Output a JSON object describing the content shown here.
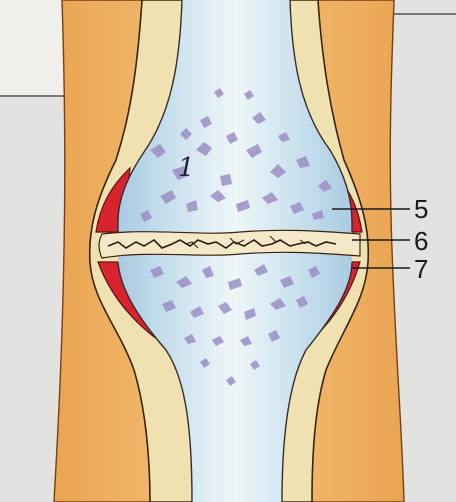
{
  "diagram": {
    "labels": [
      {
        "id": "label-5",
        "text": "5"
      },
      {
        "id": "label-6",
        "text": "6"
      },
      {
        "id": "label-7",
        "text": "7"
      }
    ],
    "region_marks": [
      {
        "id": "mark-1",
        "text": "1"
      }
    ]
  },
  "colors": {
    "background": "#e2e2e0",
    "soft_tissue": "#f2b55e",
    "capsule": "#efe1b0",
    "synovial": "#d8242e",
    "bone_outer": "#b6d3e6",
    "bone_core": "#e6f1f6",
    "trabecula": "#9a8fc4",
    "joint_gap": "#f3e9c8",
    "outline": "#2b1a10"
  }
}
